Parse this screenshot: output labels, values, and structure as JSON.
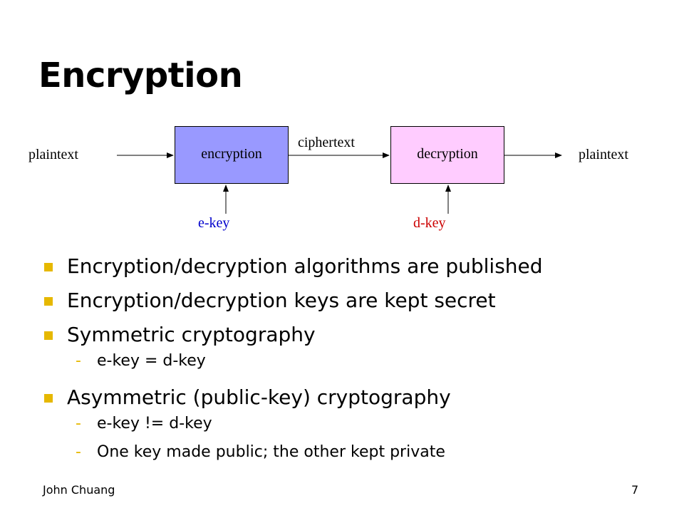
{
  "slide": {
    "title": "Encryption",
    "footer_author": "John Chuang",
    "page_number": "7"
  },
  "diagram": {
    "input_label": "plaintext",
    "output_label": "plaintext",
    "encryption_box": "encryption",
    "decryption_box": "decryption",
    "channel_label": "ciphertext",
    "ekey_label": "e-key",
    "dkey_label": "d-key",
    "colors": {
      "encryption_fill": "#9999ff",
      "decryption_fill": "#ffccff",
      "ekey_text": "#0000cc",
      "dkey_text": "#cc0000",
      "bullet_accent": "#e6b800"
    }
  },
  "bullets": [
    {
      "text": "Encryption/decryption algorithms are published"
    },
    {
      "text": "Encryption/decryption keys are kept secret"
    },
    {
      "text": "Symmetric cryptography",
      "sub": [
        "e-key = d-key"
      ]
    },
    {
      "text": "Asymmetric (public-key) cryptography",
      "sub": [
        "e-key != d-key",
        "One key made public; the other kept private"
      ]
    }
  ]
}
